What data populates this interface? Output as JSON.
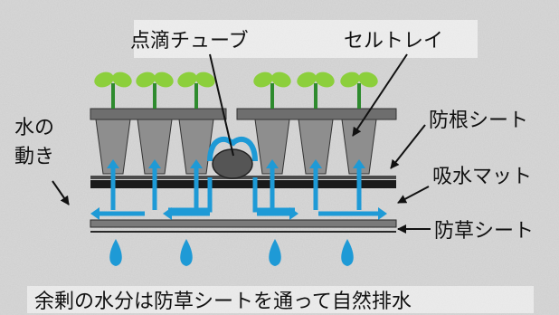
{
  "labels": {
    "drip_tube": "点滴チューブ",
    "cell_tray": "セルトレイ",
    "water_line1": "水の",
    "water_line2": "動き",
    "root_sheet": "防根シート",
    "absorb_mat": "吸水マット",
    "weed_sheet": "防草シート",
    "caption": "余剰の水分は防草シートを通って自然排水"
  },
  "colors": {
    "background": "#d9d9d9",
    "water": "#1e9ad6",
    "leaf": "#8ccf3c",
    "stem": "#2e8b2e",
    "cell": "#8e8e8e",
    "tray_rim": "#6e6e6e",
    "mat": "#1a1a1a",
    "ground": "#7a7a7a"
  }
}
